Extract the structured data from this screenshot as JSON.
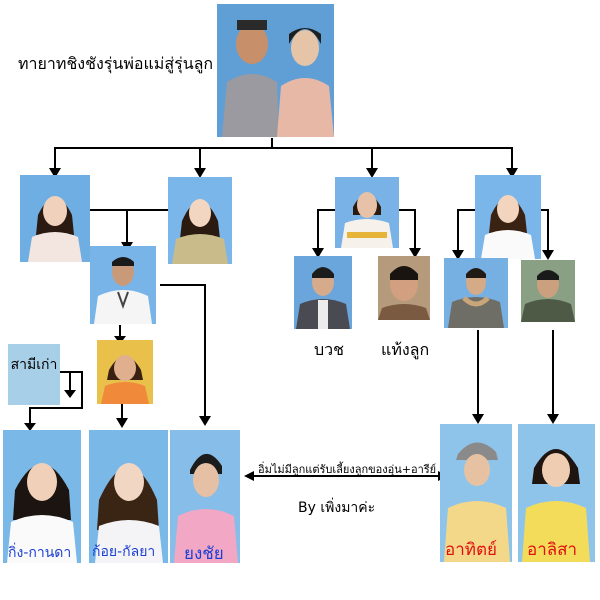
{
  "texts": {
    "title": "ทายาทชิงชังรุ่นพ่อแม่สู่รุ่นลูก",
    "ex_husband": "สามีเก่า",
    "note": "อิ่มไม่มีลูกแต่รับเลี้ยงลูกของอุ่น+อารีย์",
    "byline": "By เพิ่งมาค่ะ",
    "name_buat": "บวช",
    "name_thaeng": "แท้งลูก",
    "name_king": "กิ่ง-กานดา",
    "name_koi": "ก้อย-กัลยา",
    "name_yongchai": "ยงชัย",
    "name_athit": "อาทิตย์",
    "name_alisa": "อาลิสา"
  },
  "colors": {
    "blue_label": "#1a3fd4",
    "red_label": "#e01010",
    "label_box": "#a8cfe8",
    "line": "#000000"
  }
}
